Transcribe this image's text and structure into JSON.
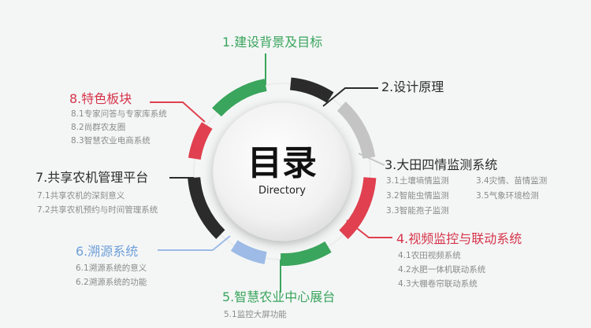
{
  "center": {
    "title": "目录",
    "subtitle": "Directory"
  },
  "colors": {
    "green": "#3aa55c",
    "dark": "#2b2b2b",
    "grey": "#c4c4c4",
    "red": "#e0404f",
    "blue": "#9dbbe6"
  },
  "sections": [
    {
      "title": "1.建设背景及目标",
      "items": []
    },
    {
      "title": "2.设计原理",
      "items": []
    },
    {
      "title": "3.大田四情监测系统",
      "items": [
        "3.1土壤墒情监测",
        "3.2智能虫情监测",
        "3.3智能孢子监测",
        "3.4灾情、苗情监测",
        "3.5气象环境检测"
      ]
    },
    {
      "title": "4.视频监控与联动系统",
      "items": [
        "4.1农田视频系统",
        "4.2水肥一体机联动系统",
        "4.3大棚卷帘联动系统"
      ]
    },
    {
      "title": "5.智慧农业中心展台",
      "items": [
        "5.1监控大屏功能"
      ]
    },
    {
      "title": "6.溯源系统",
      "items": [
        "6.1溯源系统的意义",
        "6.2溯源系统的功能"
      ]
    },
    {
      "title": "7.共享农机管理平台",
      "items": [
        "7.1共享农机的深刻意义",
        "7.2共享农机预约与时间管理系统"
      ]
    },
    {
      "title": "8.特色板块",
      "items": [
        "8.1专家问答与专家库系统",
        "8.2尚群农友圈",
        "8.3智慧农业电商系统"
      ]
    }
  ]
}
